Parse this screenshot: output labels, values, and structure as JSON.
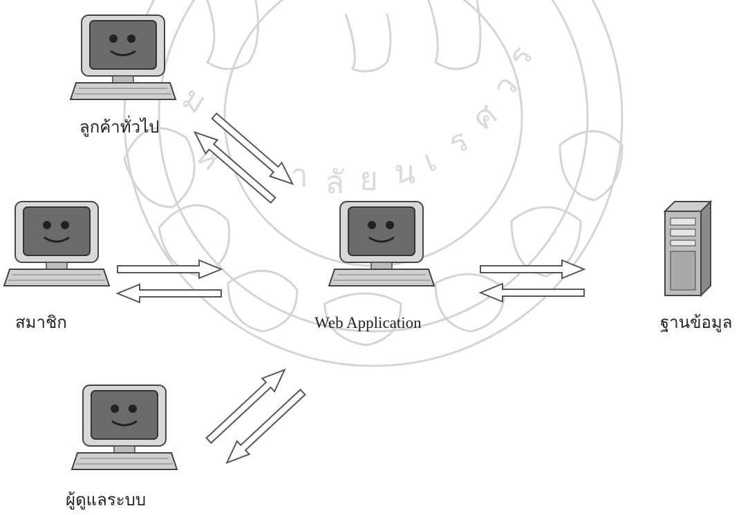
{
  "nodes": {
    "general_customer": {
      "label": "ลูกค้าทั่วไป",
      "icon": "computer-icon"
    },
    "member": {
      "label": "สมาชิก",
      "icon": "computer-icon"
    },
    "web_application": {
      "label": "Web Application",
      "icon": "computer-icon"
    },
    "database": {
      "label": "ฐานข้อมูล",
      "icon": "server-tower-icon"
    },
    "admin": {
      "label": "ผู้ดูแลระบบ",
      "icon": "computer-icon"
    }
  },
  "watermark": {
    "text": "มหาวิทยาลัยนเรศวร"
  },
  "colors": {
    "stroke": "#555555",
    "watermark": "#cfcfcf",
    "screen": "#6a6a6a"
  }
}
